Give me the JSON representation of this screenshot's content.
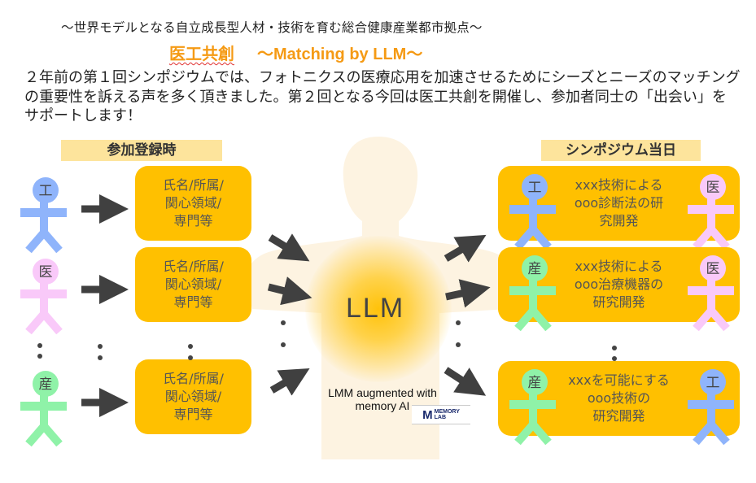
{
  "header": {
    "subtitle": "～世界モデルとなる自立成長型人材・技術を育む総合健康産業都市拠点～",
    "title_ja": "医工共創",
    "title_en": "～Matching by LLM～",
    "intro": "２年前の第１回シンポジウムでは、フォトニクスの医療応用を加速させるためにシーズとニーズのマッチングの重要性を訴える声を多く頂きました。第２回となる今回は医工共創を開催し、参加者同士の「出会い」をサポートします！"
  },
  "registration": {
    "label": "参加登録時",
    "participants": [
      {
        "role": "工",
        "color": "#8fb4fb",
        "box_lines": [
          "氏名/所属/",
          "関心領域/",
          "専門等"
        ]
      },
      {
        "role": "医",
        "color": "#f9c9f9",
        "box_lines": [
          "氏名/所属/",
          "関心領域/",
          "専門等"
        ]
      },
      {
        "role": "産",
        "color": "#8ff2a8",
        "box_lines": [
          "氏名/所属/",
          "関心領域/",
          "専門等"
        ]
      }
    ]
  },
  "center": {
    "llm_label": "LLM",
    "caption_line1": "LMM augmented with",
    "caption_line2": "memory AI",
    "logo_mark": "M",
    "logo_line1": "MEMORY",
    "logo_line2": "LAB"
  },
  "symposium": {
    "label": "シンポジウム当日",
    "matches": [
      {
        "left_role": "工",
        "left_color": "#8fb4fb",
        "right_role": "医",
        "right_color": "#f9c9f9",
        "lines": [
          "xxx技術による",
          "ooo診断法の研",
          "究開発"
        ]
      },
      {
        "left_role": "産",
        "left_color": "#8ff2a8",
        "right_role": "医",
        "right_color": "#f9c9f9",
        "lines": [
          "xxx技術による",
          "ooo治療機器の",
          "研究開発"
        ]
      },
      {
        "left_role": "産",
        "left_color": "#8ff2a8",
        "right_role": "工",
        "right_color": "#8fb4fb",
        "lines": [
          "xxxを可能にする",
          "ooo技術の",
          "研究開発"
        ]
      }
    ]
  },
  "colors": {
    "accent_orange": "#f59a14",
    "box_yellow": "#ffc000",
    "label_yellow": "#fde49c",
    "arrow": "#404040",
    "silhouette": "#fdf3e1"
  }
}
